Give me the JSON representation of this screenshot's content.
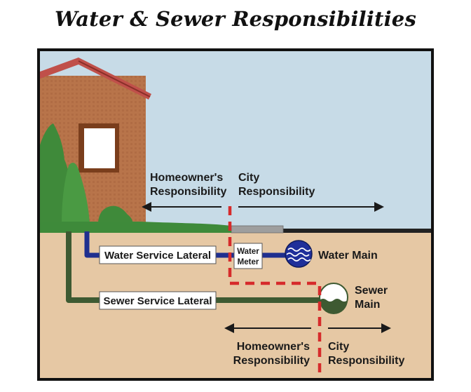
{
  "title": "Water & Sewer Responsibilities",
  "labels": {
    "homeowner_top": [
      "Homeowner's",
      "Responsibility"
    ],
    "city_top": [
      "City",
      "Responsibility"
    ],
    "homeowner_bottom": [
      "Homeowner's",
      "Responsibility"
    ],
    "city_bottom": [
      "City",
      "Responsibility"
    ],
    "water_service_lateral": "Water Service Lateral",
    "sewer_service_lateral": "Sewer Service Lateral",
    "water_meter": [
      "Water",
      "Meter"
    ],
    "water_main": "Water Main",
    "sewer_main": [
      "Sewer",
      "Main"
    ]
  },
  "colors": {
    "sky": "#c7dbe7",
    "soil": "#e6c8a4",
    "house_wall": "#b8744a",
    "roof": "#c0504a",
    "tree": "#3f8a3a",
    "grass": "#3e8a3a",
    "water_pipe": "#1f2f8f",
    "sewer_pipe": "#3e5a32",
    "boundary": "#d62b2b",
    "water_main_fill": "#1f2f9a",
    "street": "#222222",
    "sidewalk": "#9e9e9e"
  }
}
